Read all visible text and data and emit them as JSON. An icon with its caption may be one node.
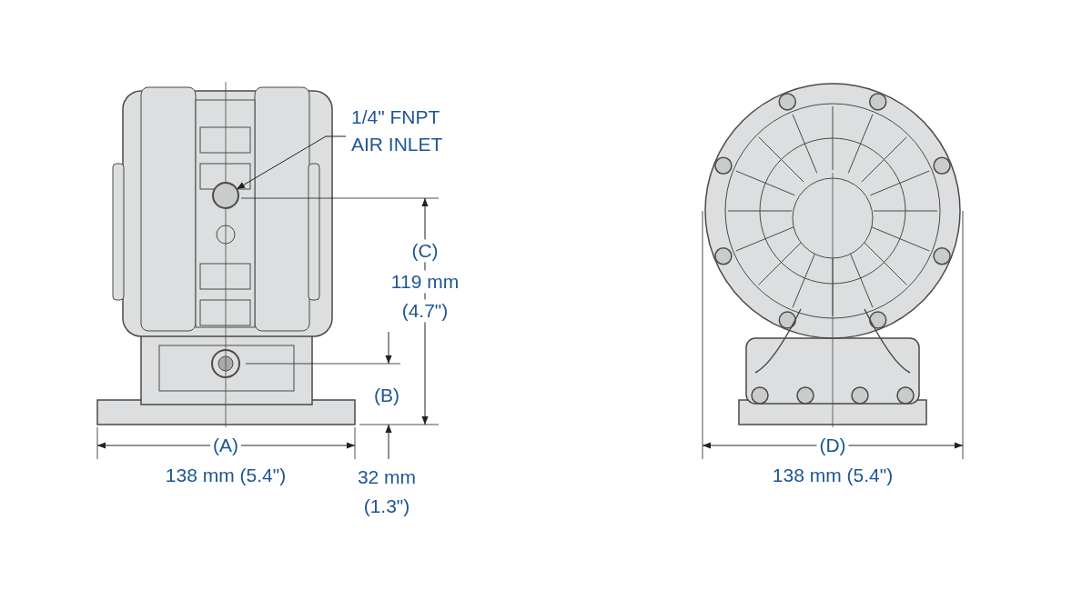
{
  "diagram": {
    "nodes": [
      {
        "text": [
          "1/4\" FNPT AIR INLET"
        ]
      },
      {
        "text": [],
        "shape": "circle"
      }
    ],
    "edges": [
      {
        "from": 0,
        "to": 1,
        "arrow": "to"
      }
    ],
    "labels": [
      "(C)",
      "119 mm",
      "(4.7\")",
      "(B)",
      "(A)",
      "(D)",
      "138 mm (5.4\")",
      "32 mm",
      "138 mm (5.4\")",
      "(1.3\")"
    ]
  }
}
